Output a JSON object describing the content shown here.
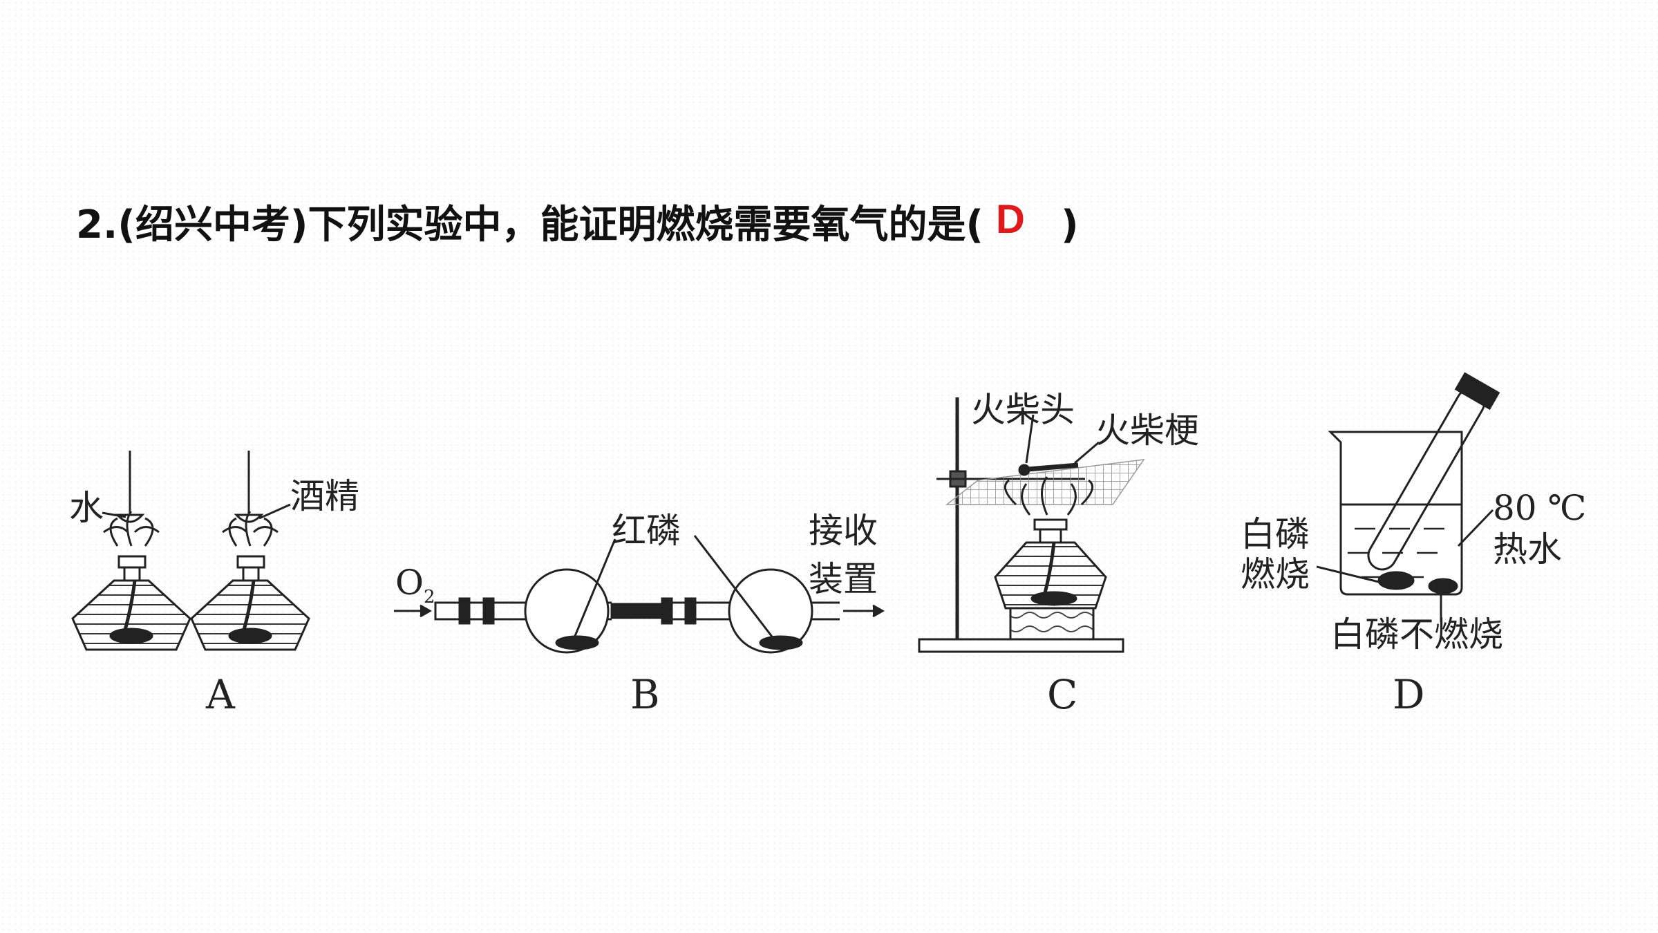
{
  "question": {
    "number": "2.",
    "source": "(绍兴中考)",
    "stem": "下列实验中，能证明燃烧需要氧气的是(",
    "close_paren": ")",
    "answer": "D"
  },
  "figure": {
    "panel_a": {
      "caption": "A",
      "label_water": "水",
      "label_alcohol": "酒精"
    },
    "panel_b": {
      "caption": "B",
      "label_o2": "O",
      "label_o2_sub": "2",
      "label_red_p": "红磷",
      "label_receiver_1": "接收",
      "label_receiver_2": "装置"
    },
    "panel_c": {
      "caption": "C",
      "label_match_head": "火柴头",
      "label_match_stick": "火柴梗"
    },
    "panel_d": {
      "caption": "D",
      "label_white_p_burn_1": "白磷",
      "label_white_p_burn_2": "燃烧",
      "label_temp": "80 ℃",
      "label_hot_water": "热水",
      "label_white_p_noburn": "白磷不燃烧"
    }
  }
}
